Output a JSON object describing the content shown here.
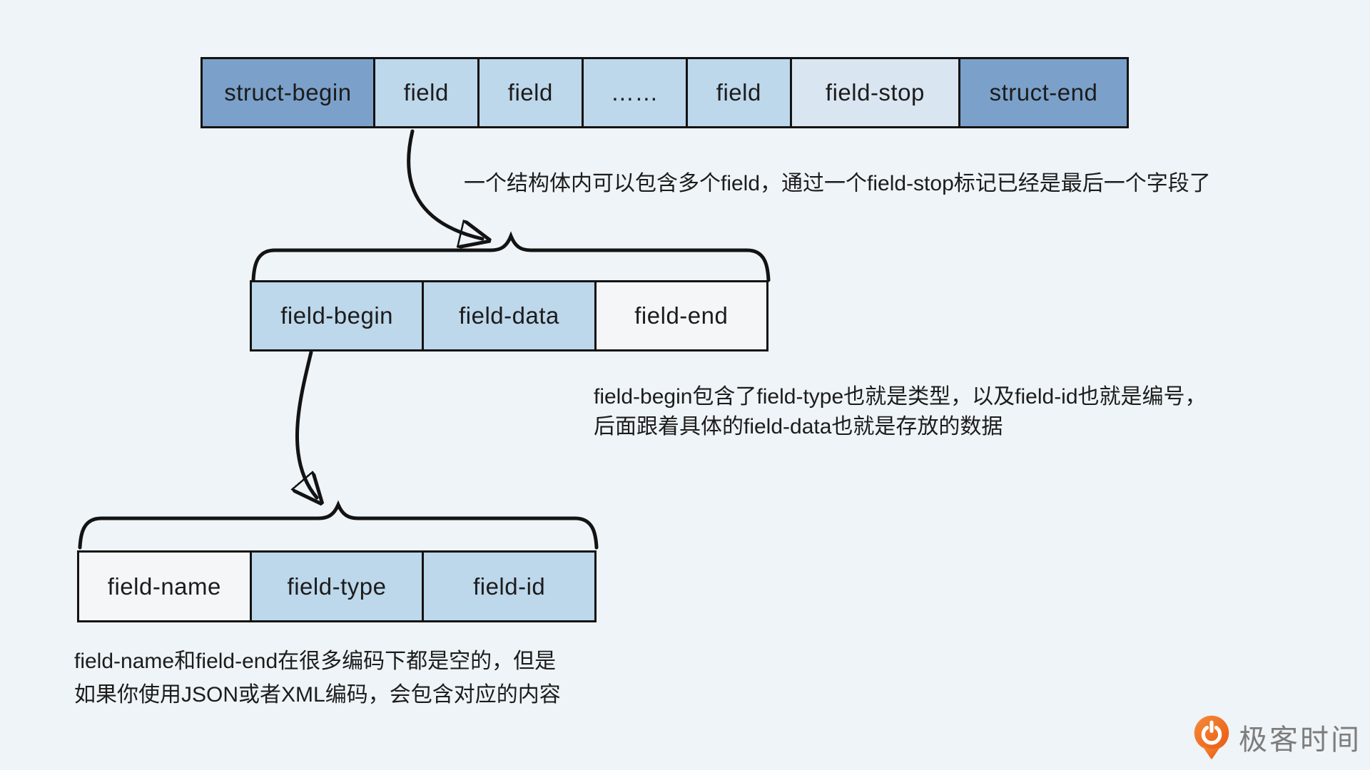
{
  "colors": {
    "bg": "#eef4f7",
    "border": "#131313",
    "text": "#1c1c1c",
    "strong": "#7ba1ca",
    "normal": "#bdd7eb",
    "light": "#d9e5f0",
    "empty": "#f5f6f8",
    "logoOrange": "#f4701d",
    "logoOrangeDark": "#e85a10",
    "logoText": "#7d7d7d"
  },
  "rows": [
    {
      "name": "struct-row",
      "cells": [
        {
          "label": "struct-begin",
          "type": "strong"
        },
        {
          "label": "field",
          "type": "normal"
        },
        {
          "label": "field",
          "type": "normal"
        },
        {
          "label": "……",
          "type": "normal"
        },
        {
          "label": "field",
          "type": "normal"
        },
        {
          "label": "field-stop",
          "type": "light"
        },
        {
          "label": "struct-end",
          "type": "strong"
        }
      ]
    },
    {
      "name": "field-row",
      "cells": [
        {
          "label": "field-begin",
          "type": "normal"
        },
        {
          "label": "field-data",
          "type": "normal"
        },
        {
          "label": "field-end",
          "type": "empty"
        }
      ]
    },
    {
      "name": "field-begin-row",
      "cells": [
        {
          "label": "field-name",
          "type": "empty"
        },
        {
          "label": "field-type",
          "type": "normal"
        },
        {
          "label": "field-id",
          "type": "normal"
        }
      ]
    }
  ],
  "annotations": {
    "note1": "一个结构体内可以包含多个field，通过一个field-stop标记已经是最后一个字段了",
    "note2_line1": "field-begin包含了field-type也就是类型，以及field-id也就是编号，",
    "note2_line2": "后面跟着具体的field-data也就是存放的数据",
    "note3_line1": "field-name和field-end在很多编码下都是空的，但是",
    "note3_line2": "如果你使用JSON或者XML编码，会包含对应的内容"
  },
  "logo": {
    "text": "极客时间"
  }
}
